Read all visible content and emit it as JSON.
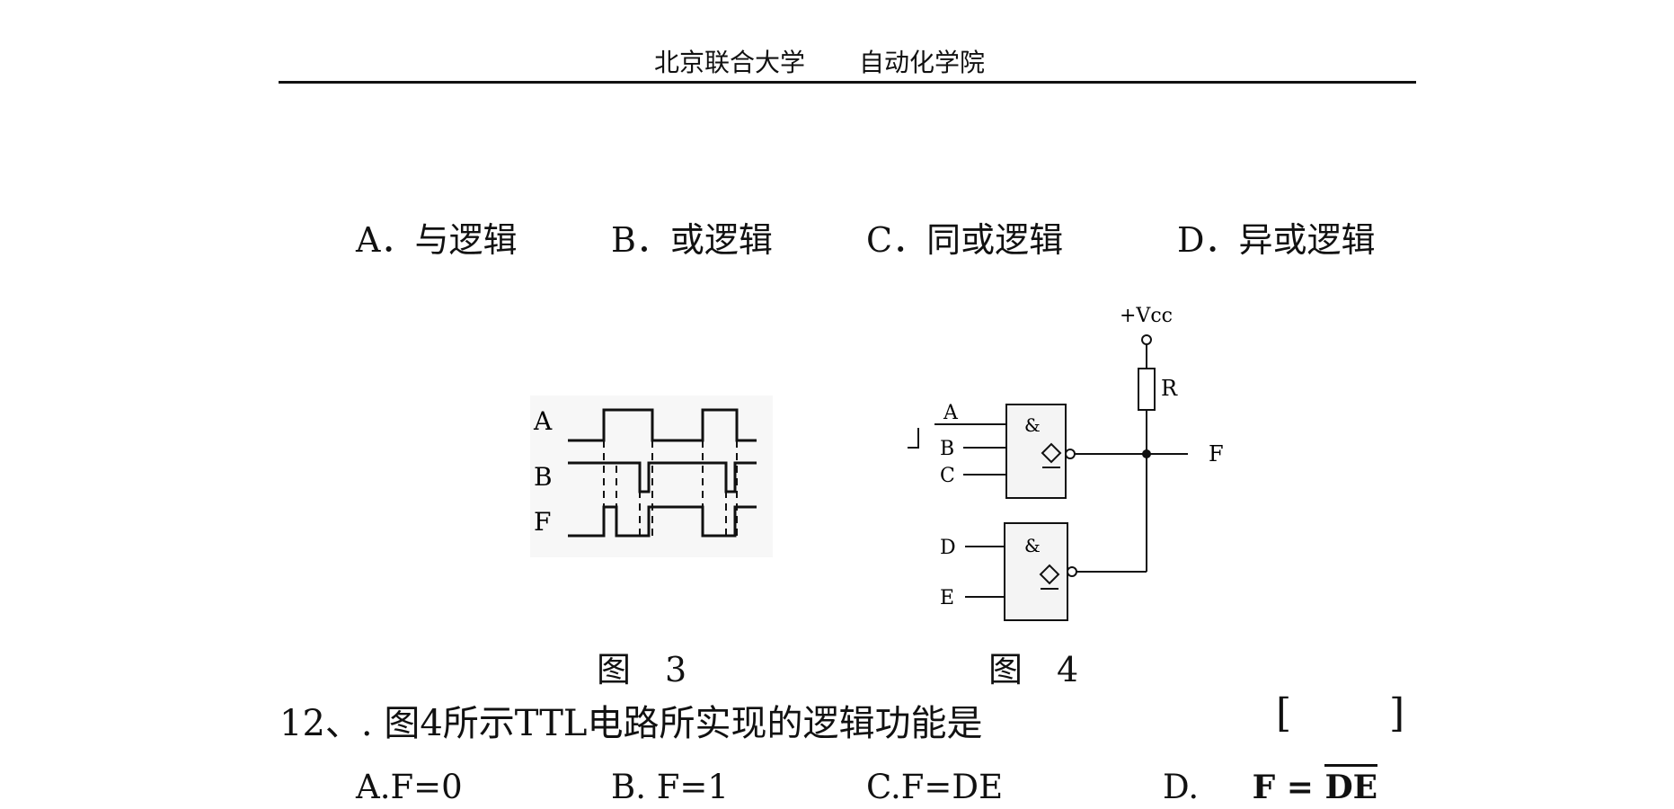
{
  "header": {
    "school": "北京联合大学",
    "dept": "自动化学院"
  },
  "options_11": {
    "a": "A．与逻辑",
    "b": "B．或逻辑",
    "c": "C．同或逻辑",
    "d": "D．异或逻辑"
  },
  "fig3": {
    "caption": "图　3",
    "labels": {
      "a": "A",
      "b": "B",
      "f": "F"
    }
  },
  "fig4": {
    "caption": "图　4",
    "vcc": "+Vcc",
    "r": "R",
    "and": "&",
    "inputs": [
      "A",
      "B",
      "C",
      "D",
      "E"
    ],
    "output": "F"
  },
  "question12": {
    "text": "12、. 图4所示TTL电路所实现的逻辑功能是",
    "bracket_open": "[",
    "bracket_close": "]"
  },
  "options_12": {
    "a": "A.F=0",
    "b": "B.  F=1",
    "c": "C.F=DE",
    "d_prefix": "D.",
    "d_formula_lhs": "F = ",
    "d_formula_over": "DE"
  }
}
